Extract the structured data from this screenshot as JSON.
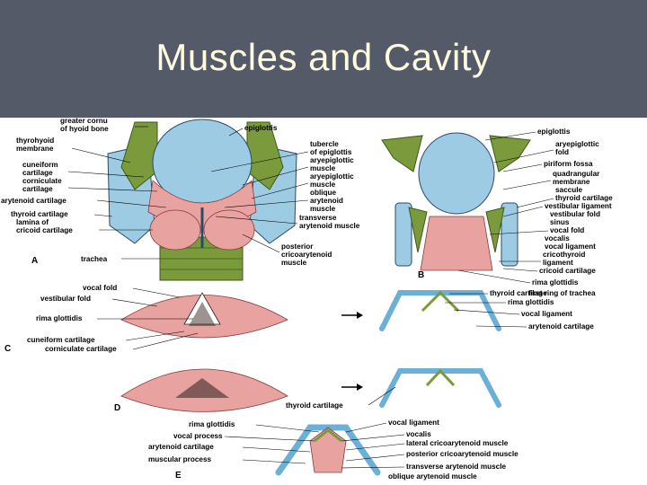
{
  "slide": {
    "title": "Muscles and Cavity"
  },
  "panels": [
    "A",
    "B",
    "C",
    "D",
    "E"
  ],
  "labels_a": {
    "greater_cornu": "greater cornu",
    "of_hyoid_bone": "of hyoid bone",
    "thyrohyoid": "thyrohyoid",
    "membrane": "membrane",
    "cuneiform": "cuneiform",
    "cartilage": "cartilage",
    "corniculate": "corniculate",
    "cartilage2": "cartilage",
    "arytenoid_cartilage": "arytenoid cartilage",
    "thyroid_cartilage": "thyroid cartilage",
    "lamina_of": "lamina of",
    "cricoid_cartilage": "cricoid cartilage",
    "trachea": "trachea",
    "epiglottis": "epiglottis",
    "tubercle": "tubercle",
    "of_epiglottis": "of epiglottis",
    "aryepiglottic": "aryepiglottic",
    "muscle": "muscle",
    "aryepiglottic2": "aryepiglottic",
    "muscle2": "muscle",
    "oblique": "oblique",
    "arytenoid": "arytenoid",
    "muscle3": "muscle",
    "transverse": "transverse",
    "arytenoid_muscle": "arytenoid muscle",
    "posterior": "posterior",
    "cricoarytenoid": "cricoarytenoid",
    "muscle4": "muscle"
  },
  "labels_b": {
    "epiglottis": "epiglottis",
    "aryepiglottic": "aryepiglottic",
    "fold": "fold",
    "piriform_fossa": "piriform fossa",
    "quadrangular": "quadrangular",
    "membrane": "membrane",
    "saccule": "saccule",
    "thyroid_cartilage": "thyroid cartilage",
    "vestibular_ligament": "vestibular ligament",
    "vestibular_fold": "vestibular fold",
    "sinus": "sinus",
    "vocal_fold": "vocal fold",
    "vocalis": "vocalis",
    "vocal_ligament": "vocal ligament",
    "cricothyroid": "cricothyroid",
    "ligament": "ligament",
    "cricoid_cartilage": "cricoid cartilage",
    "rima_glottidis": "rima glottidis",
    "first_ring": "first ring of trachea"
  },
  "labels_c": {
    "vocal_fold": "vocal fold",
    "vestibular_fold": "vestibular fold",
    "rima_glottidis": "rima glottidis",
    "cuneiform_cartilage": "cuneiform cartilage",
    "corniculate_cartilage": "corniculate cartilage",
    "thyroid_cartilage": "thyroid cartilage",
    "rima_glottidis_r": "rima glottidis",
    "vocal_ligament": "vocal ligament",
    "arytenoid_cartilage": "arytenoid cartilage"
  },
  "labels_d": {
    "thyroid_cartilage": "thyroid cartilage"
  },
  "labels_e": {
    "rima_glottidis": "rima glottidis",
    "vocal_process": "vocal process",
    "arytenoid_cartilage": "arytenoid cartilage",
    "muscular_process": "muscular process",
    "vocal_ligament": "vocal ligament",
    "vocalis": "vocalis",
    "lateral_cricoarytenoid": "lateral cricoarytenoid muscle",
    "posterior_cricoarytenoid": "posterior cricoarytenoid muscle",
    "transverse_arytenoid": "transverse arytenoid muscle",
    "oblique_arytenoid": "oblique arytenoid muscle"
  },
  "colors": {
    "title_bar": "#555a69",
    "title_text": "#fffbe0",
    "cartilage": "#9ccbe3",
    "muscle": "#e8a2a0",
    "membrane_green": "#7a9a3c"
  }
}
